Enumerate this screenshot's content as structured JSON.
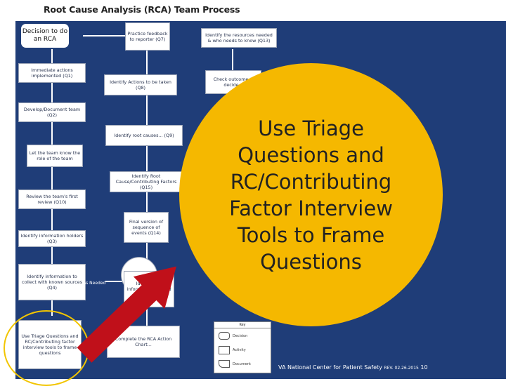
{
  "header": {
    "title": "Root Cause Analysis (RCA) Team Process",
    "corner_note": ""
  },
  "flow": {
    "decision": "Decision to do an RCA",
    "left_column": [
      "Immediate actions implemented (Q1)",
      "Develop/Document team (Q2)",
      "Let the team know the role of the team",
      "Review the team's first review (Q10)",
      "Identify information holders (Q3)",
      "Identify information to collect with known sources (Q4)",
      "Use Triage Questions and RC/Contributing factor interview tools to frame questions"
    ],
    "middle_column": [
      "Practice feedback to reporter (Q7)",
      "Identify Actions to be taken (Q8)",
      "Identify root causes... (Q9)",
      "Identify Root Cause/Contributing Factors (Q15)",
      "Final version of sequence of events (Q14)",
      "Identify the information needed (Q11)",
      "Complete the RCA Action Chart..."
    ],
    "right_column": [
      "Identify the resources needed & who needs to know (Q13)",
      "Check outcome & decide..."
    ],
    "side_label": "As Needed"
  },
  "highlight": {
    "text": "Use Triage Questions and RC/Contributing Factor Interview Tools to Frame Questions",
    "color": "#f5b800",
    "arrow_color": "#c0101a"
  },
  "key": {
    "title": "Key",
    "items": [
      "Decision",
      "Activity",
      "Document"
    ]
  },
  "footer": {
    "org": "VA National Center for Patient Safety",
    "rev": "REV. 02.26.2015",
    "page": "10"
  }
}
